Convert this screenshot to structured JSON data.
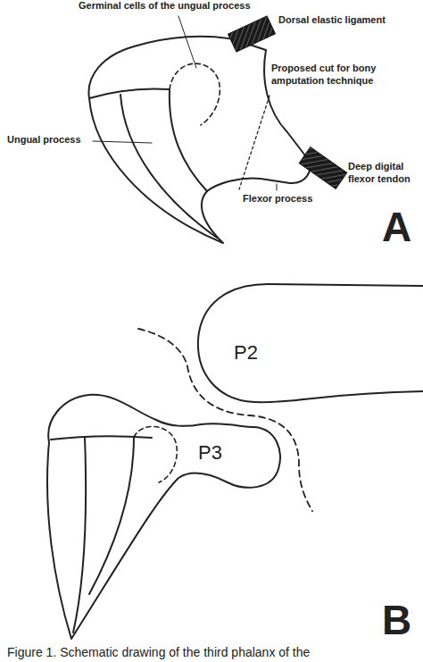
{
  "diagram": {
    "caption": "Figure 1. Schematic drawing of the third phalanx of the",
    "labels": [
      "Germinal cells of the ungual process",
      "Dorsal elastic ligament",
      "Proposed cut for bony amputation technique",
      "Ungual process",
      "Deep digital flexor tendon",
      "Flexor process",
      "A",
      "P2",
      "P3",
      "B"
    ]
  }
}
